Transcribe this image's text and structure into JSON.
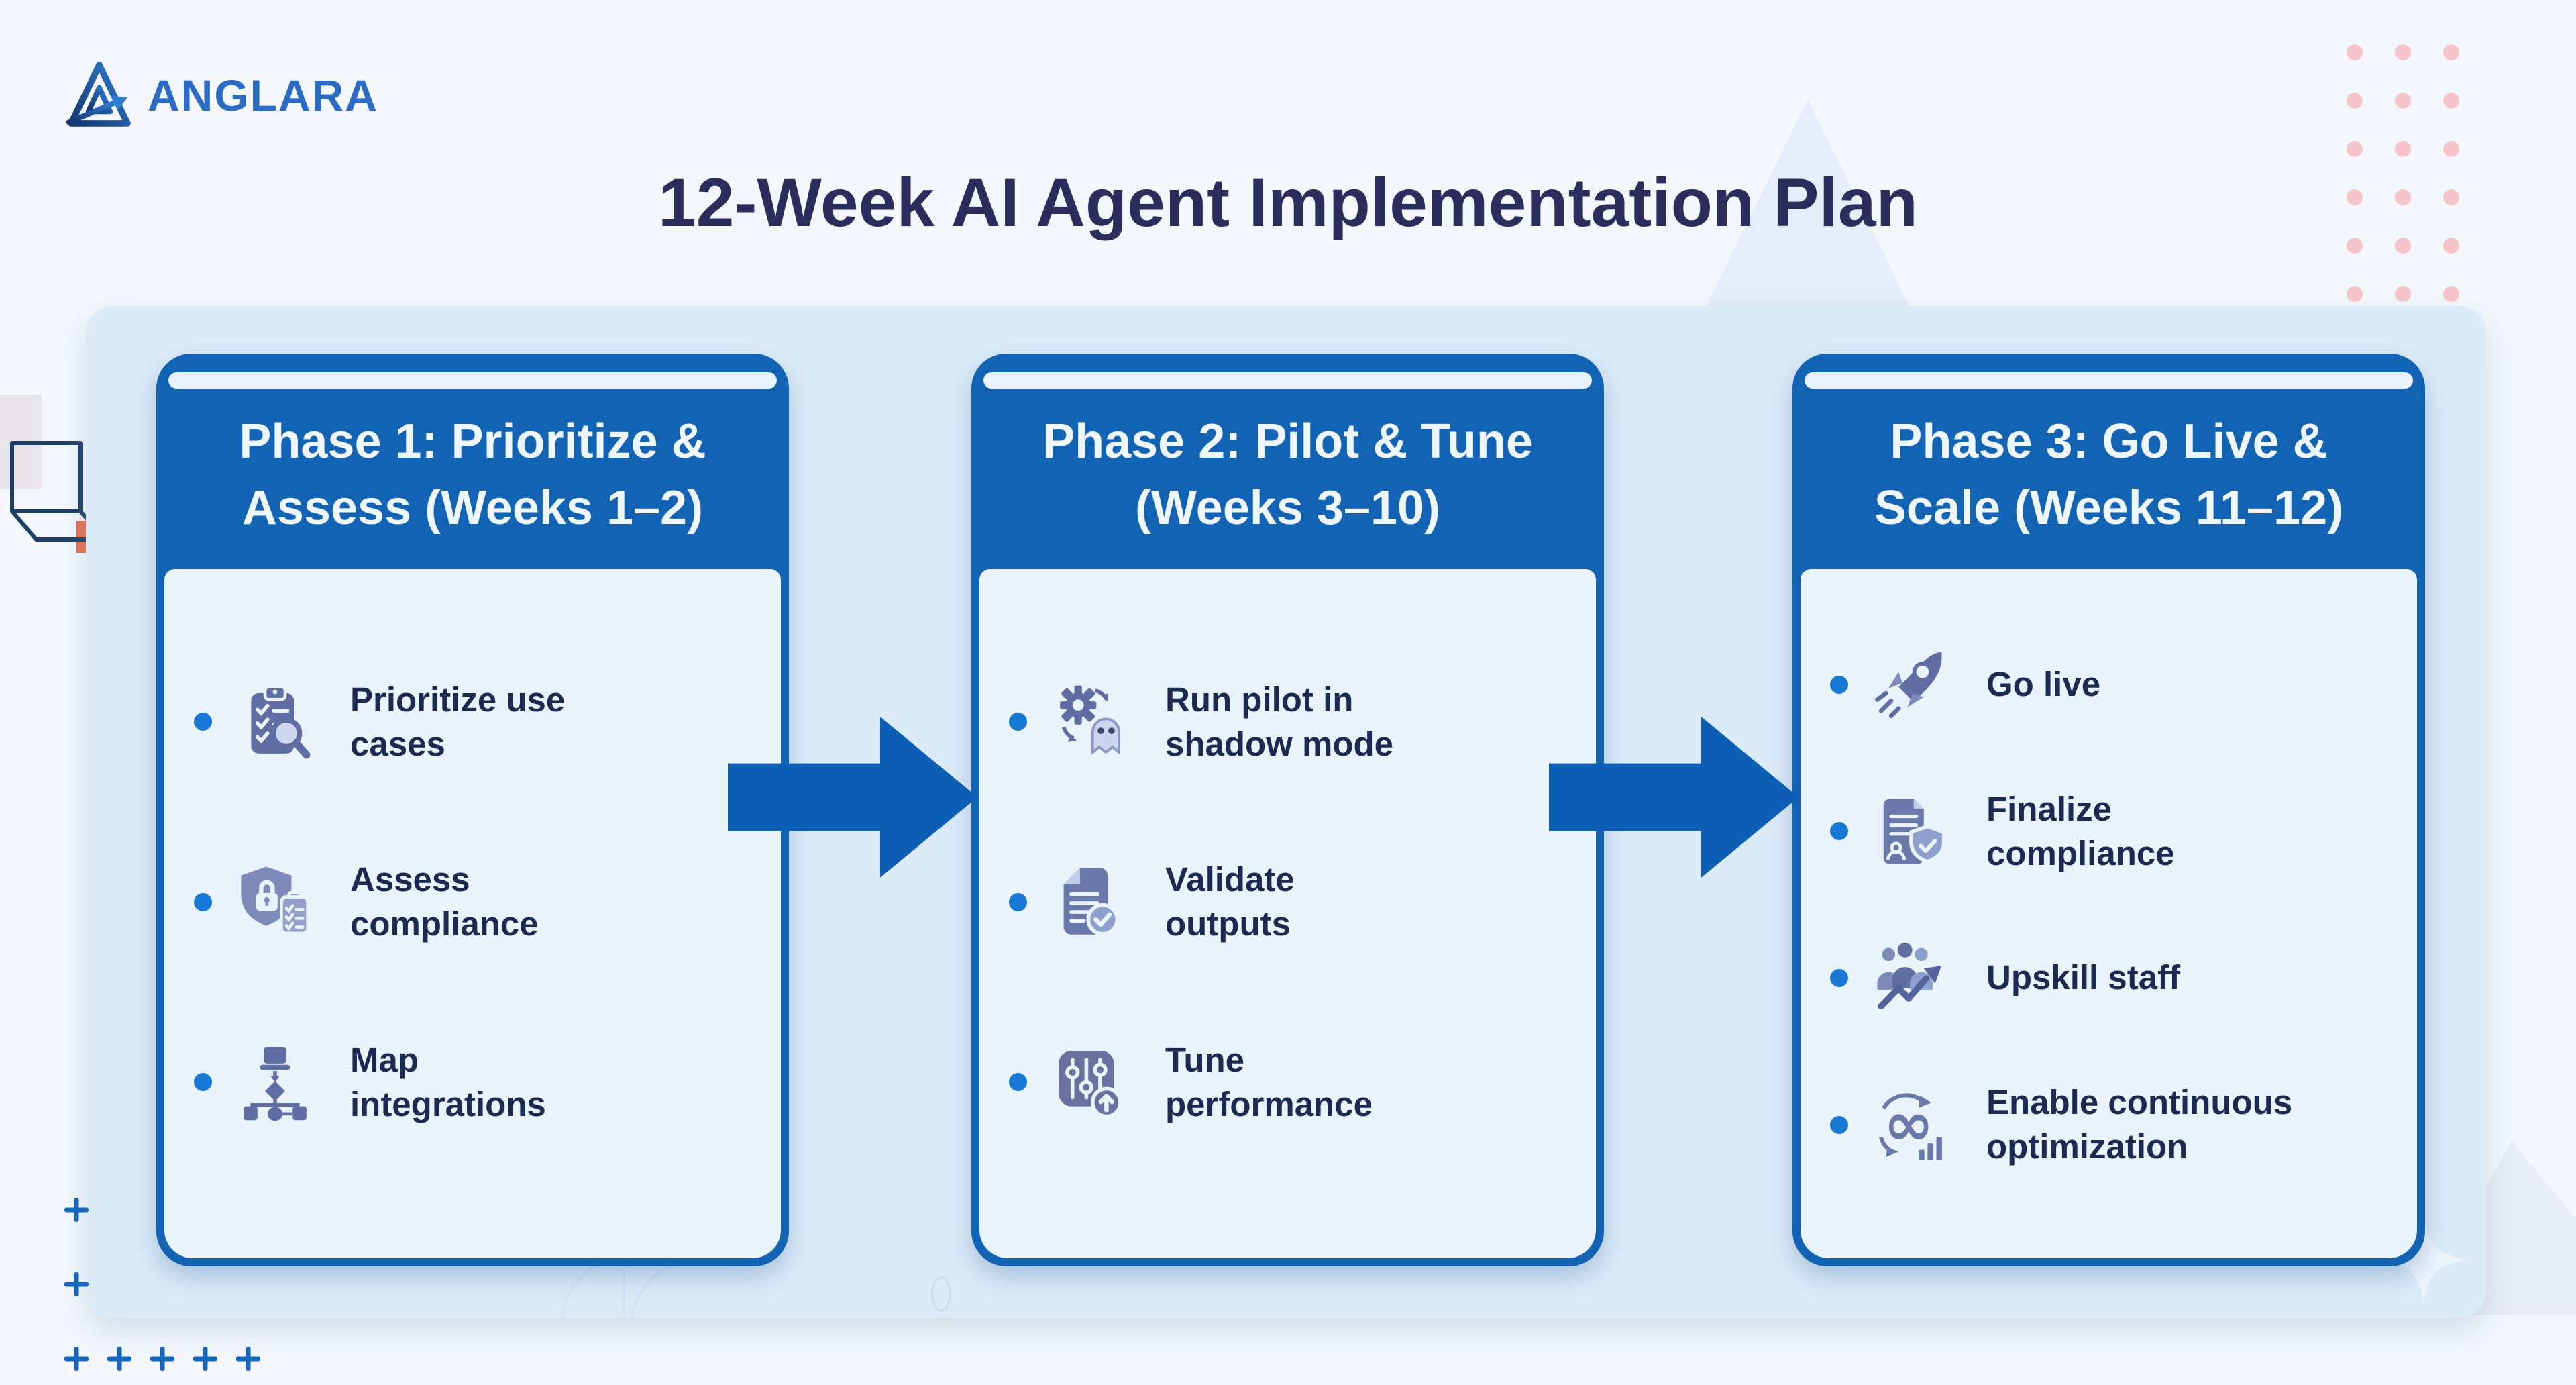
{
  "brand": {
    "name": "ANGLARA"
  },
  "title": "12-Week AI Agent Implementation Plan",
  "colors": {
    "card_blue": "#1263b4",
    "arrow_blue": "#0d5fb5",
    "bullet_blue": "#1878d6",
    "icon_slate": "#5f6da3",
    "container_blue": "#dcebf8",
    "card_body_blue": "#e9f3fc",
    "dot_pink": "#f6c5ca",
    "plus_blue": "#1565b8",
    "title_navy": "#2b2e5c",
    "label_navy": "#1c2951",
    "brand_blue": "#2b6bc4"
  },
  "phases": [
    {
      "title": "Phase 1: Prioritize &\nAssess (Weeks 1–2)",
      "items": [
        {
          "icon": "clipboard-search-icon",
          "label": "Prioritize use\ncases"
        },
        {
          "icon": "shield-lock-icon",
          "label": "Assess\ncompliance"
        },
        {
          "icon": "integration-map-icon",
          "label": "Map\nintegrations"
        }
      ]
    },
    {
      "title": "Phase 2: Pilot & Tune\n(Weeks 3–10)",
      "items": [
        {
          "icon": "gear-ghost-icon",
          "label": "Run pilot in\nshadow mode"
        },
        {
          "icon": "document-check-icon",
          "label": "Validate\noutputs"
        },
        {
          "icon": "sliders-boost-icon",
          "label": "Tune\nperformance"
        }
      ]
    },
    {
      "title": "Phase 3: Go Live &\nScale (Weeks 11–12)",
      "items": [
        {
          "icon": "rocket-icon",
          "label": "Go live"
        },
        {
          "icon": "document-shield-icon",
          "label": "Finalize\ncompliance"
        },
        {
          "icon": "team-growth-icon",
          "label": "Upskill staff"
        },
        {
          "icon": "infinity-optimization-icon",
          "label": "Enable continuous\noptimization"
        }
      ]
    }
  ]
}
